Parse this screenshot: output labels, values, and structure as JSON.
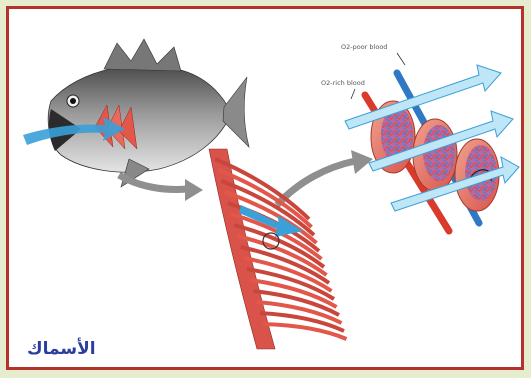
{
  "caption": "الأسماك",
  "labels": {
    "o2_poor_blood": "O2-poor blood",
    "o2_rich_blood": "O2-rich blood"
  },
  "colors": {
    "border": "#b5312c",
    "background": "#e6edcf",
    "caption": "#2a3f9c",
    "water": "#3aa0d8",
    "gill": "#e2574a",
    "oxygen_rich": "#d93a2b",
    "oxygen_poor": "#2f78c4",
    "arrow_gray": "#8f8f8f"
  }
}
